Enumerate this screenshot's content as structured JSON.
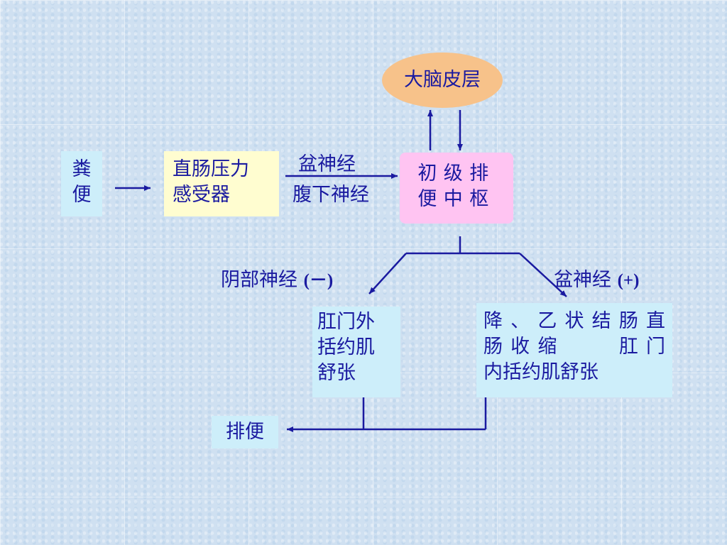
{
  "nodes": {
    "stimulus": [
      "粪",
      "便"
    ],
    "receptor": [
      "直肠压力",
      "感受器"
    ],
    "center": [
      "初级排",
      "便中枢"
    ],
    "cortex": "大脑皮层",
    "external_sphincter": [
      "肛门外",
      "括约肌",
      "舒张"
    ],
    "colon_response": [
      "降、乙状结肠直",
      "肠收缩　　肛门",
      "内括约肌舒张"
    ],
    "result": "排便"
  },
  "edge_labels": {
    "afferent_top": "盆神经",
    "afferent_bottom": "腹下神经",
    "pudendal": "阴部神经",
    "pudendal_sign": "(－)",
    "pelvic": "盆神经",
    "pelvic_sign": "(+)"
  },
  "colors": {
    "text": "#1a1aa0",
    "line": "#1a1aa0",
    "stimulus_fill": "#cdeefa",
    "receptor_fill": "#fffdd0",
    "center_fill": "#ffc4f2",
    "cortex_fill": "#f7c28a"
  }
}
